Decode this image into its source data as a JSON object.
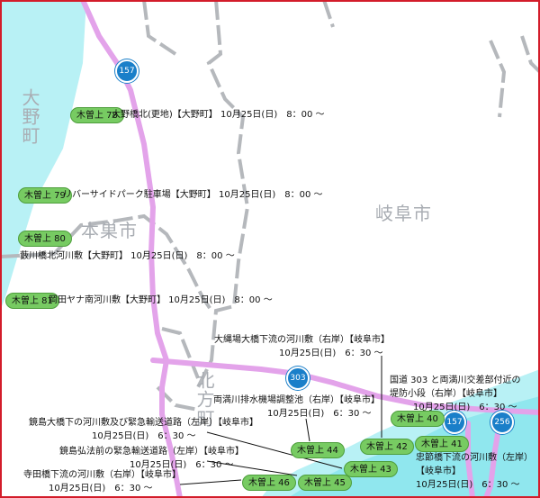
{
  "cities": {
    "ono": "大野町",
    "motosu": "本巣市",
    "gifu": "岐阜市",
    "kitagata": "北方町"
  },
  "routes": [
    "157",
    "303",
    "157",
    "256"
  ],
  "sites": [
    {
      "badge": "木曽上 78",
      "lines": [
        "大野橋北(更地)【大野町】 10月25日(日)　8：00 〜"
      ]
    },
    {
      "badge": "木曽上 79",
      "lines": [
        "リバーサイドパーク駐車場【大野町】 10月25日(日)　8：00 〜"
      ]
    },
    {
      "badge": "木曽上 80",
      "lines": [
        "藪川橋北河川敷【大野町】 10月25日(日)　8：00 〜"
      ]
    },
    {
      "badge": "木曽上 81",
      "lines": [
        "岡田ヤナ南河川敷【大野町】 10月25日(日)　8：00 〜"
      ]
    },
    {
      "badge": "木曽上 42",
      "lines": [
        "大縄場大橋下流の河川敷（右岸）【岐阜市】",
        "10月25日(日)　6：30 〜"
      ]
    },
    {
      "badge": "木曽上 44",
      "lines": [
        "両満川排水機場調整池（右岸）【岐阜市】",
        "10月25日(日)　6：30 〜"
      ]
    },
    {
      "badge": "木曽上 40",
      "lines": [
        "国道 303 と両満川交差部付近の",
        "堤防小段（右岸）【岐阜市】",
        "10月25日(日)　6：30 〜"
      ]
    },
    {
      "badge": "木曽上 41",
      "lines": [
        "忠節橋下流の河川敷（左岸）",
        "【岐阜市】",
        "10月25日(日)　6：30 〜"
      ]
    },
    {
      "badge": "木曽上 43",
      "lines": [
        "鏡島大橋下の河川敷及び緊急輸送道路（左岸）【岐阜市】",
        "10月25日(日)　6：30 〜"
      ]
    },
    {
      "badge": "木曽上 45",
      "lines": [
        "鏡島弘法前の緊急輸送道路（左岸）【岐阜市】",
        "10月25日(日)　6：30 〜"
      ]
    },
    {
      "badge": "木曽上 46",
      "lines": [
        "寺田橋下流の河川敷（右岸）【岐阜市】",
        "10月25日(日)　6：30 〜"
      ]
    }
  ]
}
